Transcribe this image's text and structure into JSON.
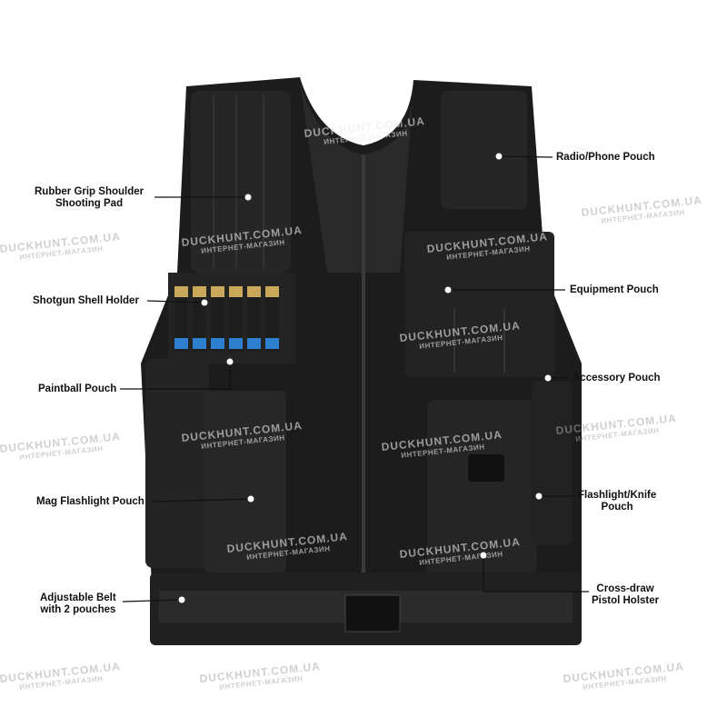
{
  "labels": {
    "shoulder_pad": [
      "Rubber Grip Shoulder",
      "Shooting Pad"
    ],
    "shell_holder": "Shotgun Shell Holder",
    "paintball_pouch": "Paintball Pouch",
    "mag_flashlight_pouch": "Mag Flashlight Pouch",
    "belt": [
      "Adjustable Belt",
      "with 2 pouches"
    ],
    "radio_pouch": "Radio/Phone Pouch",
    "equipment_pouch": "Equipment Pouch",
    "accessory_pouch": "Accessory Pouch",
    "flashlight_knife_pouch": [
      "Flashlight/Knife",
      "Pouch"
    ],
    "pistol_holster": [
      "Cross-draw",
      "Pistol Holster"
    ]
  },
  "watermark": {
    "site": "DUCKHUNT.COM.UA",
    "sub": "ИНТЕРНЕТ-МАГАЗИН"
  },
  "colors": {
    "vest": "#1a1a1a",
    "shell_blue": "#2f7fd0",
    "shell_brass": "#c9a85a"
  }
}
